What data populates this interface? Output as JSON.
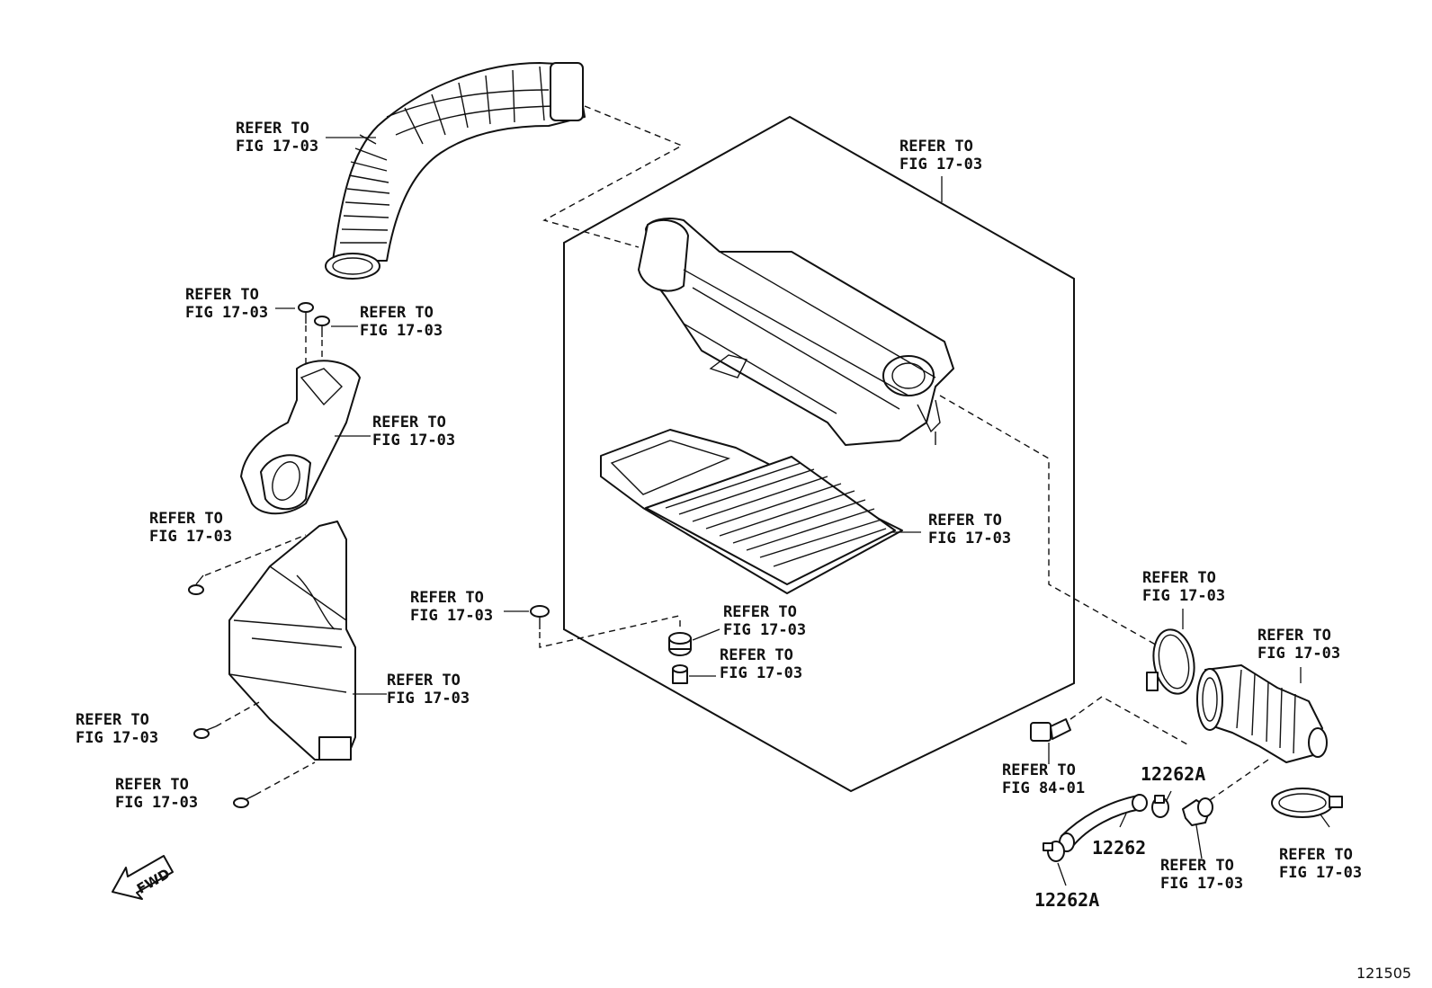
{
  "callouts": {
    "intake_hose": {
      "line1": "REFER TO",
      "line2": "FIG 17-03"
    },
    "air_cleaner_case": {
      "line1": "REFER TO",
      "line2": "FIG 17-03"
    },
    "bolt_upper": {
      "line1": "REFER TO",
      "line2": "FIG 17-03"
    },
    "bolt_right": {
      "line1": "REFER TO",
      "line2": "FIG 17-03"
    },
    "resonator": {
      "line1": "REFER TO",
      "line2": "FIG 17-03"
    },
    "clip_left": {
      "line1": "REFER TO",
      "line2": "FIG 17-03"
    },
    "filter_element": {
      "line1": "REFER TO",
      "line2": "FIG 17-03"
    },
    "bolt_center": {
      "line1": "REFER TO",
      "line2": "FIG 17-03"
    },
    "grommet": {
      "line1": "REFER TO",
      "line2": "FIG 17-03"
    },
    "collar": {
      "line1": "REFER TO",
      "line2": "FIG 17-03"
    },
    "duct_inlet": {
      "line1": "REFER TO",
      "line2": "FIG 17-03"
    },
    "clip_lower_left": {
      "line1": "REFER TO",
      "line2": "FIG 17-03"
    },
    "clip_bottom": {
      "line1": "REFER TO",
      "line2": "FIG 17-03"
    },
    "band_clamp_upper": {
      "line1": "REFER TO",
      "line2": "FIG 17-03"
    },
    "throttle_hose": {
      "line1": "REFER TO",
      "line2": "FIG 17-03"
    },
    "sensor": {
      "line1": "REFER TO",
      "line2": "FIG 84-01"
    },
    "union": {
      "line1": "REFER TO",
      "line2": "FIG 17-03"
    },
    "band_clamp_lower": {
      "line1": "REFER TO",
      "line2": "FIG 17-03"
    }
  },
  "parts": {
    "clip_a_top": "12262A",
    "hose": "12262",
    "clip_a_bottom": "12262A"
  },
  "fwd_label": "FWD",
  "diagram_id": "121505"
}
